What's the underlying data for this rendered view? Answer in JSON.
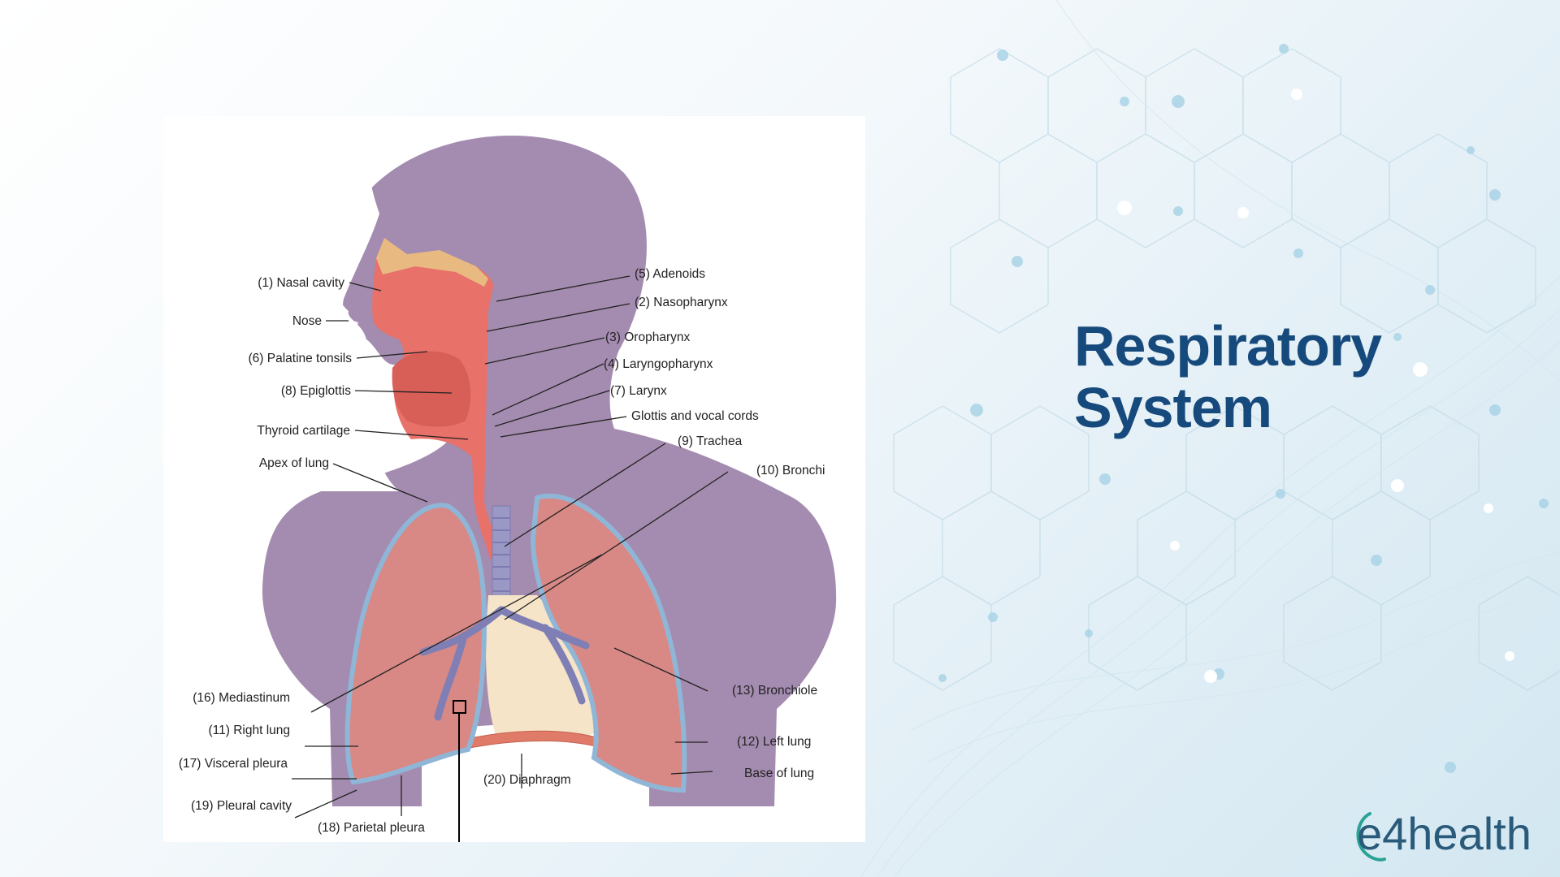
{
  "slide": {
    "title_line1": "Respiratory",
    "title_line2": "System",
    "logo_text": "e4health",
    "colors": {
      "title": "#174a7c",
      "logo": "#2a5a7a",
      "logo_accent": "#2aa394",
      "body": "#a48bb0",
      "tissue": "#e8716a"
    }
  },
  "diagram": {
    "labels": {
      "nasal_cavity": "(1) Nasal cavity",
      "nose": "Nose",
      "palatine_tonsils": "(6) Palatine tonsils",
      "epiglottis": "(8) Epiglottis",
      "thyroid_cartilage": "Thyroid cartilage",
      "apex_of_lung": "Apex of lung",
      "adenoids": "(5) Adenoids",
      "nasopharynx": "(2) Nasopharynx",
      "oropharynx": "(3) Oropharynx",
      "laryngopharynx": "(4) Laryngopharynx",
      "larynx": "(7) Larynx",
      "glottis": "Glottis and vocal cords",
      "trachea": "(9) Trachea",
      "bronchi": "(10) Bronchi",
      "mediastinum": "(16) Mediastinum",
      "right_lung": "(11) Right lung",
      "visceral_pleura": "(17) Visceral pleura",
      "pleural_cavity": "(19) Pleural cavity",
      "parietal_pleura": "(18) Parietal pleura",
      "diaphragm": "(20) Diaphragm",
      "bronchiole": "(13) Bronchiole",
      "left_lung": "(12) Left lung",
      "base_of_lung": "Base of lung"
    }
  }
}
